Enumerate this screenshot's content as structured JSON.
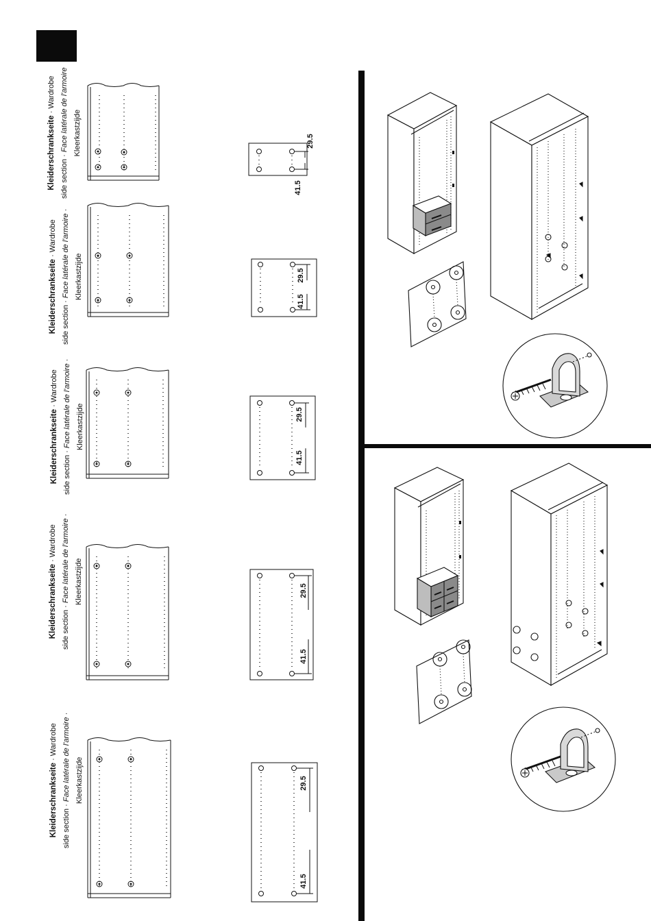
{
  "sections": [
    {
      "title_de": "Kleiderschrankseite",
      "sep1": "·",
      "title_en_short": "Wardrobe",
      "title_en": "side section",
      "sep2": "·",
      "title_fr": "Face latérale de l'armoire",
      "title_nl": "Kleerkastzijde",
      "dim_top": "29.5",
      "dim_bottom": "41.5"
    },
    {
      "title_de": "Kleiderschrankseite",
      "sep1": "·",
      "title_en_short": "Wardrobe",
      "title_en": "side section",
      "sep2": "·",
      "title_fr": "Face latérale de l'armoire",
      "sep3": "·",
      "title_nl": "Kleerkastzijde",
      "dim_top": "29.5",
      "dim_bottom": "41.5"
    },
    {
      "title_de": "Kleiderschrankseite",
      "sep1": "·",
      "title_en_short": "Wardrobe",
      "title_en": "side section",
      "sep2": "·",
      "title_fr": "Face latérale de l'armoire",
      "sep3": "·",
      "title_nl": "Kleerkastzijde",
      "dim_top": "29.5",
      "dim_bottom": "41.5"
    },
    {
      "title_de": "Kleiderschrankseite",
      "sep1": "·",
      "title_en_short": "Wardrobe",
      "title_en": "side section",
      "sep2": "·",
      "title_fr": "Face latérale de l'armoire",
      "sep3": "·",
      "title_nl": "Kleerkastzijde",
      "dim_top": "29.5",
      "dim_bottom": "41.5"
    },
    {
      "title_de": "Kleiderschrankseite",
      "sep1": "·",
      "title_en_short": "Wardrobe",
      "title_en": "side section",
      "sep2": "·",
      "title_fr": "Face latérale de l'armoire",
      "sep3": "·",
      "title_nl": "Kleerkastzijde",
      "dim_top": "29.5",
      "dim_bottom": "41.5"
    }
  ],
  "colors": {
    "ink": "#111111",
    "panel_fill": "#ffffff",
    "drawer_fill": "#8a8a8a",
    "bracket_fill": "#c9c9c9"
  },
  "icons": [
    "wardrobe-illustration",
    "drawer-unit-illustration",
    "hole-pattern-panel-illustration",
    "bracket-screw-detail-illustration"
  ]
}
